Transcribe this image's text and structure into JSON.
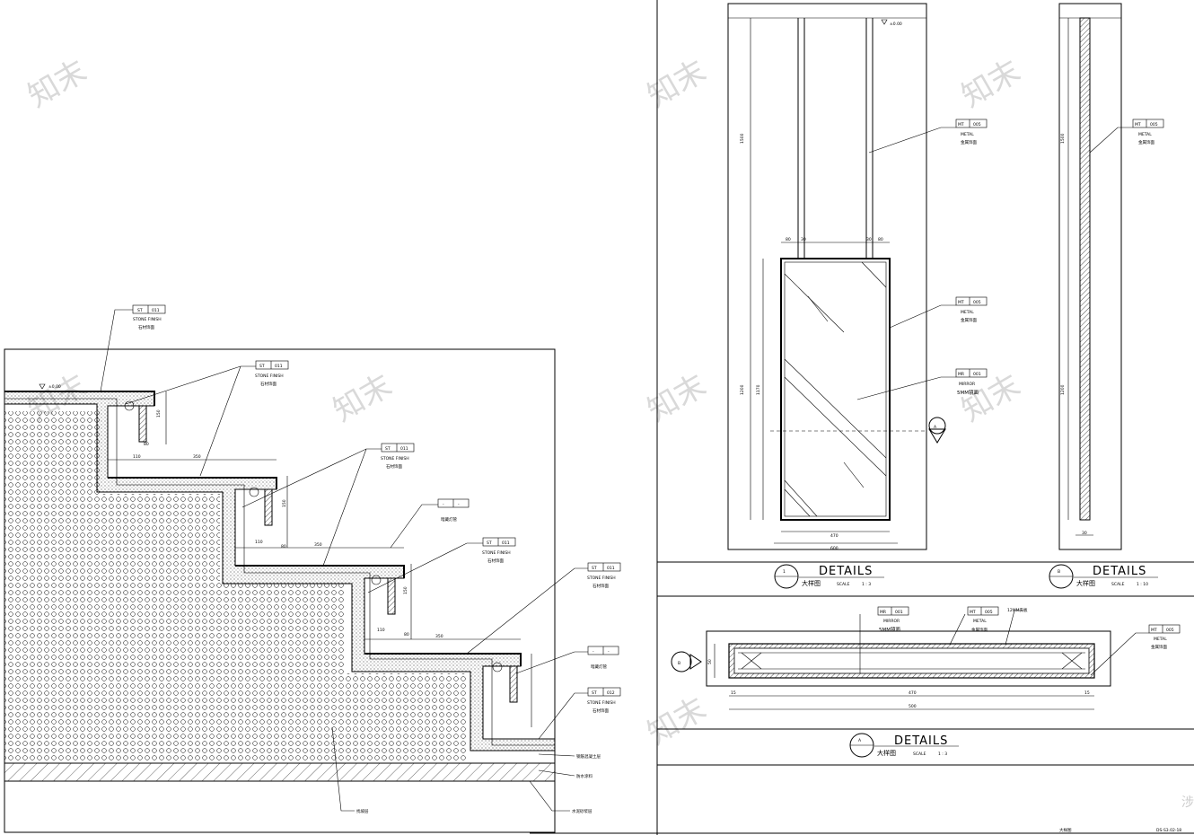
{
  "left_section": {
    "level_mark": "±0.00",
    "tags": [
      {
        "code": "ST",
        "num": "011",
        "en": "STONE FINISH",
        "cn": "石材饰面"
      },
      {
        "code": "ST",
        "num": "011",
        "en": "STONE FINISH",
        "cn": "石材饰面"
      },
      {
        "code": "ST",
        "num": "011",
        "en": "STONE FINISH",
        "cn": "石材饰面"
      },
      {
        "code": "ST",
        "num": "011",
        "en": "STONE FINISH",
        "cn": "石材饰面"
      },
      {
        "code": "ST",
        "num": "011",
        "en": "STONE FINISH",
        "cn": "石材饰面"
      },
      {
        "code": "ST",
        "num": "012",
        "en": "STONE FINISH",
        "cn": "石材饰面"
      }
    ],
    "light_tags": [
      {
        "code": "-",
        "num": "-",
        "cn": "暗藏灯管"
      },
      {
        "code": "-",
        "num": "-",
        "cn": "暗藏灯管"
      }
    ],
    "dims": [
      "350",
      "350",
      "350",
      "150",
      "150",
      "150",
      "110",
      "110",
      "110",
      "80",
      "80",
      "80"
    ],
    "bottom_notes": [
      "钢筋混凝土层",
      "防水涂料",
      "找坡层",
      "水泥砂浆层"
    ]
  },
  "detail_1": {
    "level_mark": "±0.00",
    "dims": {
      "top": "1500",
      "mid": "1200",
      "mid2": "1170",
      "w1": "470",
      "w2": "600",
      "s1": "80",
      "s2": "30",
      "s3": "30",
      "s4": "80"
    },
    "tags": [
      {
        "code": "MT",
        "num": "005",
        "en": "METAL",
        "cn": "金属饰面"
      },
      {
        "code": "MT",
        "num": "005",
        "en": "METAL",
        "cn": "金属饰面"
      },
      {
        "code": "MR",
        "num": "001",
        "en": "MIRROR",
        "cn": "5MM镜面"
      }
    ],
    "section_mark": "A",
    "title_num": "1",
    "title": "DETAILS",
    "title_cn": "大样图",
    "scale_label": "SCALE",
    "scale": "1 : 3"
  },
  "detail_b": {
    "dims": {
      "top": "1500",
      "mid": "1200",
      "bottom": "30"
    },
    "tag": {
      "code": "MT",
      "num": "005",
      "en": "METAL",
      "cn": "金属饰面"
    },
    "title_num": "B",
    "title": "DETAILS",
    "title_cn": "大样图",
    "scale_label": "SCALE",
    "scale": "1 : 10"
  },
  "detail_a": {
    "tags": [
      {
        "code": "MR",
        "num": "001",
        "en": "MIRROR",
        "cn": "5MM镜面"
      },
      {
        "code": "MT",
        "num": "005",
        "en": "METAL",
        "cn": "金属饰面"
      },
      {
        "code": "MT",
        "num": "005",
        "en": "METAL",
        "cn": "金属饰面"
      }
    ],
    "note": "12MM夹板",
    "dims": {
      "w1": "470",
      "w2": "500",
      "s1": "15",
      "s2": "15",
      "h": "50"
    },
    "section_mark": "B",
    "title_num": "A",
    "title": "DETAILS",
    "title_cn": "大样图",
    "scale_label": "SCALE",
    "scale": "1 : 3"
  },
  "footer": {
    "drawing_no": "DS-S3.02-18",
    "page_label": "大样图",
    "side_mark": "涉"
  },
  "watermark": "知末"
}
